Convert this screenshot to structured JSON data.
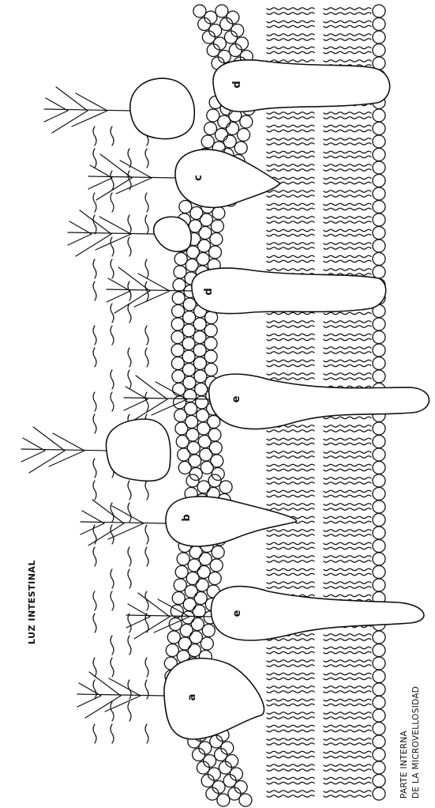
{
  "labels": {
    "lumen": "LUZ INTESTINAL",
    "interior_line1": "PARTE INTERNA",
    "interior_line2": "DE LA MICROVELLOSIDAD"
  },
  "glycoproteins": [
    {
      "letter": "a"
    },
    {
      "letter": "e"
    },
    {
      "letter": "b"
    },
    {
      "letter": ""
    },
    {
      "letter": "e"
    },
    {
      "letter": "d"
    },
    {
      "letter": ""
    },
    {
      "letter": "c"
    },
    {
      "letter": ""
    },
    {
      "letter": "d"
    }
  ],
  "colors": {
    "ink": "#111111",
    "paper": "#ffffff"
  }
}
